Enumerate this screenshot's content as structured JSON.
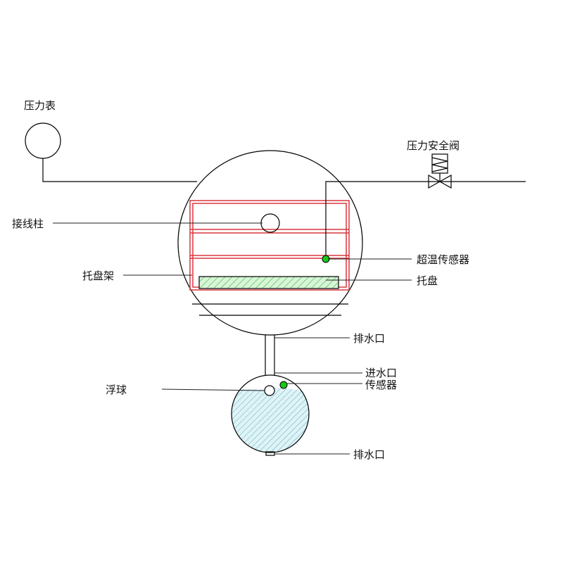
{
  "labels": {
    "pressure_gauge": "压力表",
    "safety_valve": "压力安全阀",
    "terminal_post": "接线柱",
    "tray_rack": "托盘架",
    "overtemp_sensor": "超温传感器",
    "tray": "托盘",
    "drain_upper": "排水口",
    "water_inlet": "进水口",
    "sensor": "传感器",
    "float_ball": "浮球",
    "drain_lower": "排水口"
  },
  "colors": {
    "rack": "#d9363e",
    "tray_fill": "#d8f5d8",
    "tray_hatch": "#4fbf4f",
    "water_fill": "#dff3f7",
    "water_hatch": "#55aeb8",
    "sensor_dot": "#19c819"
  }
}
